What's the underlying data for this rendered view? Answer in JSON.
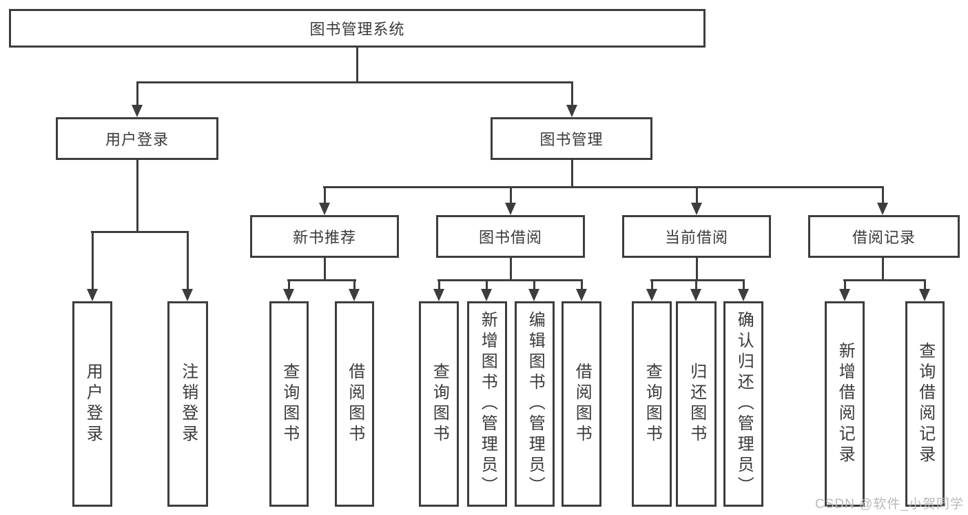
{
  "diagram": {
    "root": "图书管理系统",
    "level2": [
      "用户登录",
      "图书管理"
    ],
    "level3": [
      "新书推荐",
      "图书借阅",
      "当前借阅",
      "借阅记录"
    ],
    "leaves": {
      "user_login": [
        "用户登录",
        "注销登录"
      ],
      "new_book_recommend": [
        "查询图书",
        "借阅图书"
      ],
      "book_borrow": [
        "查询图书",
        "新增图书（管理员）",
        "编辑图书（管理员）",
        "借阅图书"
      ],
      "current_borrow": [
        "查询图书",
        "归还图书",
        "确认归还（管理员）"
      ],
      "borrow_records": [
        "新增借阅记录",
        "查询借阅记录"
      ]
    }
  },
  "watermark": "CSDN @软件_小贺同学",
  "colors": {
    "line": "#3d3d3d",
    "text": "#3a3a3a",
    "background": "#ffffff",
    "watermark": "#b9b9b9"
  }
}
